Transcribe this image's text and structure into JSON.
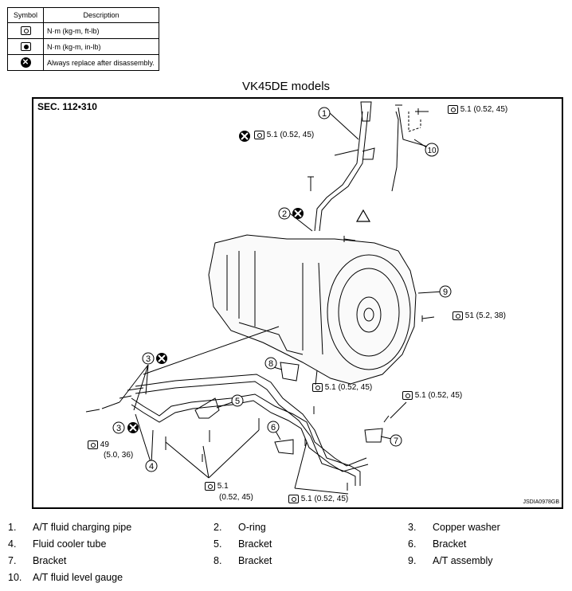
{
  "legend": {
    "header_symbol": "Symbol",
    "header_description": "Description",
    "rows": [
      {
        "icon": "torque-wrench-icon",
        "text": "N·m (kg-m, ft-lb)"
      },
      {
        "icon": "torque-wrench-inlb-icon",
        "text": "N·m (kg-m, in-lb)"
      },
      {
        "icon": "replace-x-icon",
        "text": "Always replace after disassembly."
      }
    ]
  },
  "diagram": {
    "model_title": "VK45DE models",
    "section": "SEC. 112•310",
    "image_code": "JSDIA0978GB",
    "callouts": [
      "1",
      "2",
      "3",
      "3",
      "4",
      "5",
      "6",
      "7",
      "8",
      "9",
      "10"
    ],
    "torque_specs": {
      "top_right": "5.1 (0.52, 45)",
      "top_left": "5.1 (0.52, 45)",
      "right_mid": "51 (5.2, 38)",
      "bracket8": "5.1 (0.52, 45)",
      "bracket7": "5.1 (0.52, 45)",
      "left_tube_value": "49",
      "left_tube_units": "(5.0, 36)",
      "bottom_left_value": "5.1",
      "bottom_left_units": "(0.52, 45)",
      "bottom_mid": "5.1 (0.52, 45)"
    }
  },
  "parts": [
    {
      "num": "1.",
      "label": "A/T fluid charging pipe"
    },
    {
      "num": "2.",
      "label": "O-ring"
    },
    {
      "num": "3.",
      "label": "Copper washer"
    },
    {
      "num": "4.",
      "label": "Fluid cooler tube"
    },
    {
      "num": "5.",
      "label": "Bracket"
    },
    {
      "num": "6.",
      "label": "Bracket"
    },
    {
      "num": "7.",
      "label": "Bracket"
    },
    {
      "num": "8.",
      "label": "Bracket"
    },
    {
      "num": "9.",
      "label": "A/T assembly"
    },
    {
      "num": "10.",
      "label": "A/T fluid level gauge"
    }
  ]
}
